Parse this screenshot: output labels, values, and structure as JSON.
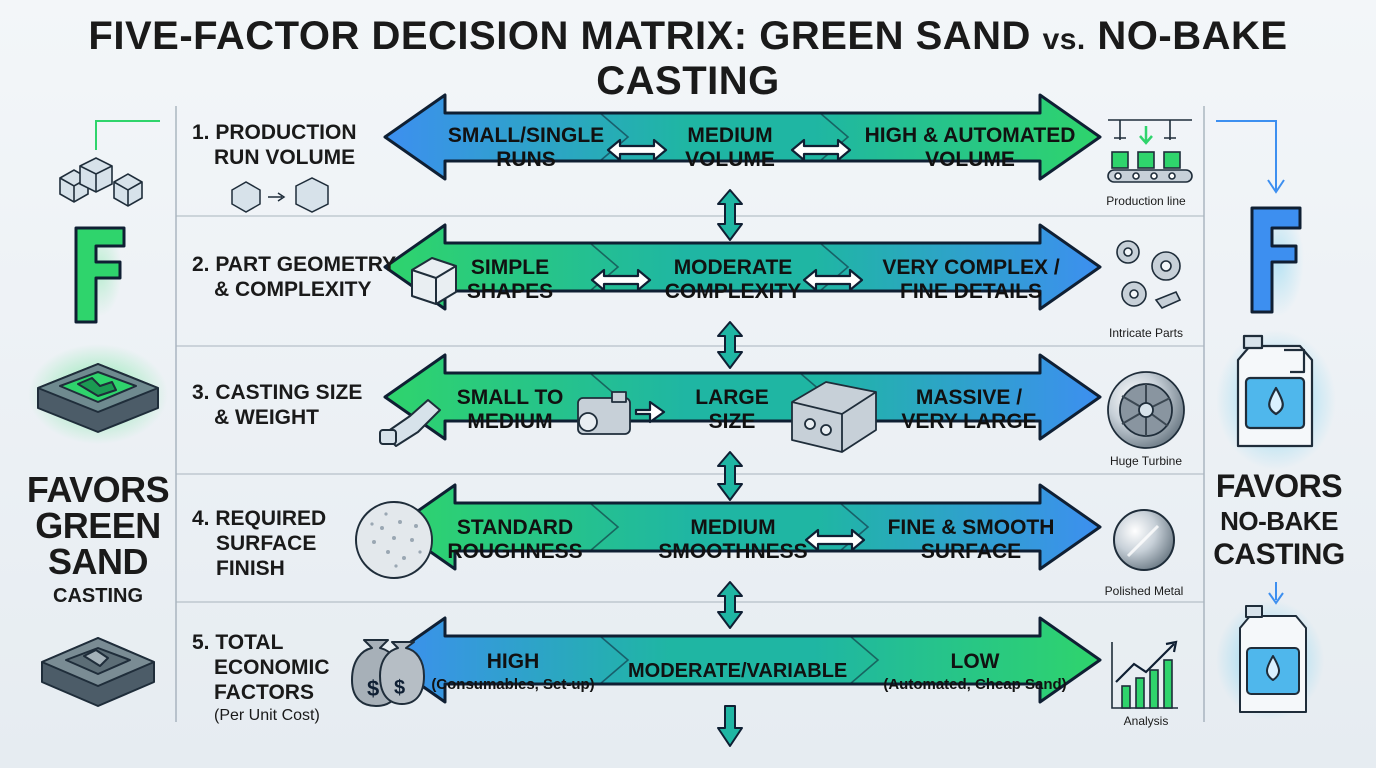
{
  "title": {
    "main": "FIVE-FACTOR DECISION MATRIX: GREEN SAND",
    "vs": "vs.",
    "tail": "NO-BAKE CASTING"
  },
  "left_panel": {
    "letter": "F",
    "line1": "FAVORS",
    "line2": "GREEN",
    "line3": "SAND",
    "line4": "CASTING"
  },
  "right_panel": {
    "letter": "F",
    "line1": "FAVORS",
    "line2": "NO-BAKE",
    "line3": "CASTING"
  },
  "rows": [
    {
      "label_lines": [
        "1. PRODUCTION",
        "RUN VOLUME"
      ],
      "segments": [
        {
          "lines": [
            "SMALL/SINGLE",
            "RUNS"
          ]
        },
        {
          "lines": [
            "MEDIUM",
            "VOLUME"
          ]
        },
        {
          "lines": [
            "HIGH & AUTOMATED",
            "VOLUME"
          ]
        }
      ],
      "caption": "Production line"
    },
    {
      "label_lines": [
        "2. PART GEOMETRY",
        "& COMPLEXITY"
      ],
      "segments": [
        {
          "lines": [
            "SIMPLE",
            "SHAPES"
          ]
        },
        {
          "lines": [
            "MODERATE",
            "COMPLEXITY"
          ]
        },
        {
          "lines": [
            "VERY COMPLEX /",
            "FINE DETAILS"
          ]
        }
      ],
      "caption": "Intricate Parts"
    },
    {
      "label_lines": [
        "3. CASTING SIZE",
        "& WEIGHT"
      ],
      "segments": [
        {
          "lines": [
            "SMALL TO",
            "MEDIUM"
          ]
        },
        {
          "lines": [
            "LARGE",
            "SIZE"
          ]
        },
        {
          "lines": [
            "MASSIVE /",
            "VERY LARGE"
          ]
        }
      ],
      "caption": "Huge Turbine"
    },
    {
      "label_lines": [
        "4. REQUIRED",
        "SURFACE",
        "FINISH"
      ],
      "segments": [
        {
          "lines": [
            "STANDARD",
            "ROUGHNESS"
          ]
        },
        {
          "lines": [
            "MEDIUM",
            "SMOOTHNESS"
          ]
        },
        {
          "lines": [
            "FINE & SMOOTH",
            "SURFACE"
          ]
        }
      ],
      "caption": "Polished Metal"
    },
    {
      "label_lines": [
        "5. TOTAL",
        "ECONOMIC",
        "FACTORS"
      ],
      "label_sub": "(Per Unit Cost)",
      "segments": [
        {
          "lines": [
            "HIGH"
          ],
          "paren": "(Consumables, Set-up)"
        },
        {
          "lines": [
            "MODERATE/VARIABLE"
          ]
        },
        {
          "lines": [
            "LOW"
          ],
          "paren": "(Automated, Cheap Sand)"
        }
      ],
      "caption": "Analysis"
    }
  ],
  "colors": {
    "green": "#2fd46c",
    "teal": "#1fb6a3",
    "blue": "#3d8ff0",
    "outline": "#0f1f33"
  },
  "icon_names": [
    "boxes-icon",
    "box-arrow-icon",
    "mold-icon",
    "conveyor-icon",
    "gears-icon",
    "cube-icon",
    "bracket-icon",
    "engine-block-icon",
    "turbine-icon",
    "rough-disc-icon",
    "polished-disc-icon",
    "money-bags-icon",
    "bar-chart-icon",
    "jug-icon"
  ]
}
